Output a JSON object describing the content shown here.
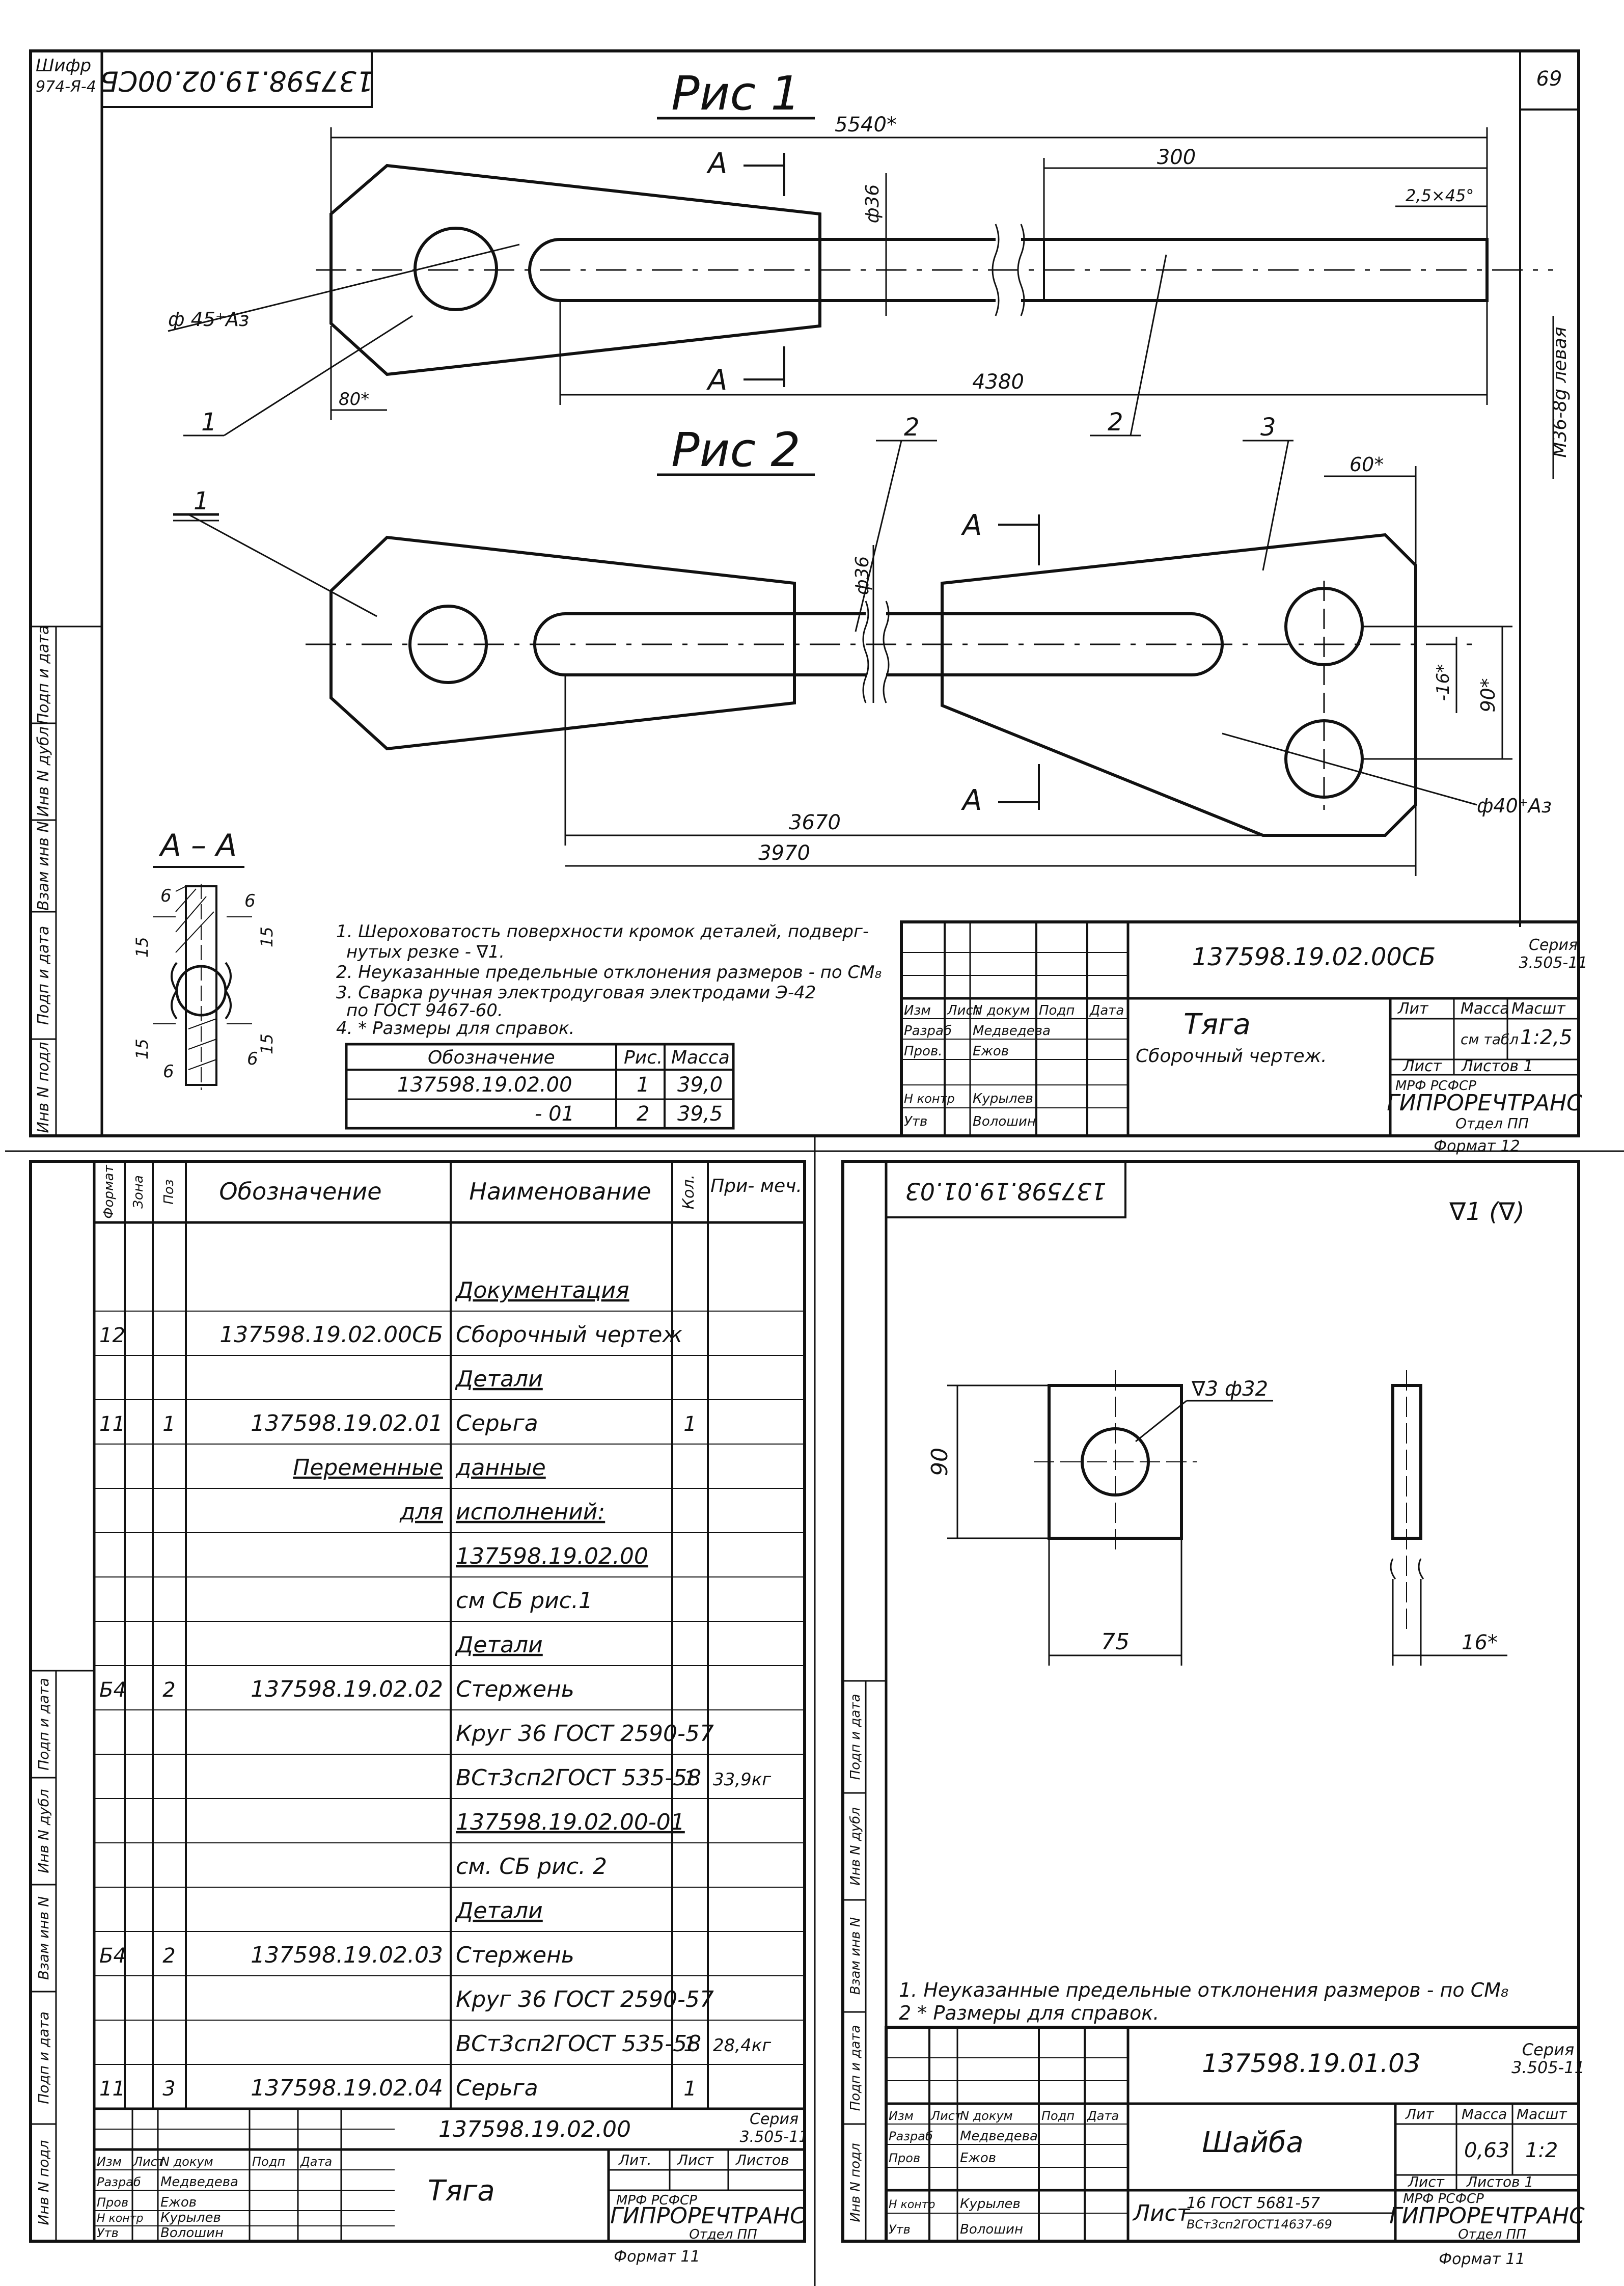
{
  "top_sheet": {
    "code_upside": "137598.19.02.00СБ",
    "cipher": "Шифр",
    "cipher_value": "974-Я-4",
    "page_number": "69",
    "fig1": {
      "title": "Рис 1",
      "dim_total": "5540*",
      "dim_300": "300",
      "dim_chamfer": "2,5×45°",
      "dim_dia": "ф36",
      "hole": "ф 45⁺Аз",
      "section_a": "А",
      "dim_80": "80*",
      "dim_4380": "4380",
      "thread": "М36-8g левая",
      "pos_1": "1",
      "pos_2": "2"
    },
    "fig2": {
      "title": "Рис 2",
      "pos_1": "1",
      "pos_2": "2",
      "pos_3": "3",
      "dim_60": "60*",
      "dim_dia": "ф36",
      "section_a": "А",
      "dim_16": "-16*",
      "dim_90": "90*",
      "hole": "ф40⁺Аз",
      "dim_3670": "3670",
      "dim_3970": "3970"
    },
    "section": {
      "title": "А – А",
      "dim_6": "6",
      "dim_15": "15"
    },
    "notes": [
      "1. Шероховатость поверхности кромок деталей, подверг-",
      "нутых резке - ∇1.",
      "2. Неуказанные предельные отклонения размеров - по СМ₈",
      "3. Сварка ручная электродуговая электродами Э-42",
      "по ГОСТ 9467-60.",
      "4. * Размеры для справок."
    ],
    "mass_table": {
      "headers": [
        "Обозначение",
        "Рис.",
        "Масса"
      ],
      "rows": [
        [
          "137598.19.02.00",
          "1",
          "39,0"
        ],
        [
          "- 01",
          "2",
          "39,5"
        ]
      ]
    },
    "title_block": {
      "code": "137598.19.02.00СБ",
      "series_label": "Серия",
      "series": "3.505-11",
      "name": "Тяга",
      "name_sub": "Сборочный чертеж.",
      "lit_label": "Лит",
      "mass_label": "Масса",
      "scale_label": "Масшт",
      "mass_value": "см табл",
      "scale_value": "1:2,5",
      "sheet_label": "Лист",
      "sheets_label": "Листов 1",
      "org_top": "МРФ      РСФСР",
      "org": "ГИПРОРЕЧТРАНС",
      "dept": "Отдел ПП",
      "format": "Формат 12",
      "roles": [
        {
          "role": "Изм",
          "col2": "Лист",
          "col3": "N докум",
          "col4": "Подп",
          "col5": "Дата"
        },
        {
          "role": "Разраб",
          "col3": "Медведева"
        },
        {
          "role": "Пров.",
          "col3": "Ежов"
        },
        {
          "role": "Н контр",
          "col3": "Курылев"
        },
        {
          "role": "Утв",
          "col3": "Волошин"
        }
      ]
    },
    "side_labels": [
      "Инв N подл",
      "Подп и дата",
      "Взам инв N",
      "Инв N дубл",
      "Подп и дата"
    ]
  },
  "spec_sheet": {
    "headers": {
      "format": "Формат",
      "zone": "Зона",
      "pos": "Поз",
      "designation": "Обозначение",
      "name": "Наименование",
      "qty": "Кол.",
      "note": "При- меч."
    },
    "rows": [
      {
        "format": "",
        "pos": "",
        "designation": "",
        "name": "Документация",
        "qty": "",
        "note": "",
        "underline": true
      },
      {
        "format": "12",
        "pos": "",
        "designation": "137598.19.02.00СБ",
        "name": "Сборочный чертеж",
        "qty": "",
        "note": ""
      },
      {
        "format": "",
        "pos": "",
        "designation": "",
        "name": "Детали",
        "qty": "",
        "note": "",
        "underline": true
      },
      {
        "format": "11",
        "pos": "1",
        "designation": "137598.19.02.01",
        "name": "Серьга",
        "qty": "1",
        "note": ""
      },
      {
        "format": "",
        "pos": "",
        "designation": "Переменные",
        "name": "данные",
        "qty": "",
        "note": "",
        "underline": true
      },
      {
        "format": "",
        "pos": "",
        "designation": "для",
        "name": "исполнений:",
        "qty": "",
        "note": "",
        "underline": true
      },
      {
        "format": "",
        "pos": "",
        "designation": "",
        "name": "137598.19.02.00",
        "qty": "",
        "note": "",
        "underline": true
      },
      {
        "format": "",
        "pos": "",
        "designation": "",
        "name": "см СБ рис.1",
        "qty": "",
        "note": ""
      },
      {
        "format": "",
        "pos": "",
        "designation": "",
        "name": "Детали",
        "qty": "",
        "note": "",
        "underline": true
      },
      {
        "format": "Б4",
        "pos": "2",
        "designation": "137598.19.02.02",
        "name": "Стержень",
        "qty": "",
        "note": ""
      },
      {
        "format": "",
        "pos": "",
        "designation": "",
        "name": "Круг 36 ГОСТ 2590-57",
        "qty": "",
        "note": ""
      },
      {
        "format": "",
        "pos": "",
        "designation": "",
        "name": "ВСт3сп2ГОСТ 535-58",
        "qty": "1",
        "note": "33,9кг"
      },
      {
        "format": "",
        "pos": "",
        "designation": "",
        "name": "137598.19.02.00-01",
        "qty": "",
        "note": "",
        "underline": true
      },
      {
        "format": "",
        "pos": "",
        "designation": "",
        "name": "см. СБ рис. 2",
        "qty": "",
        "note": ""
      },
      {
        "format": "",
        "pos": "",
        "designation": "",
        "name": "Детали",
        "qty": "",
        "note": "",
        "underline": true
      },
      {
        "format": "Б4",
        "pos": "2",
        "designation": "137598.19.02.03",
        "name": "Стержень",
        "qty": "",
        "note": ""
      },
      {
        "format": "",
        "pos": "",
        "designation": "",
        "name": "Круг 36 ГОСТ 2590-57",
        "qty": "",
        "note": ""
      },
      {
        "format": "",
        "pos": "",
        "designation": "",
        "name": "ВСт3сп2ГОСТ 535-58",
        "qty": "1",
        "note": "28,4кг"
      },
      {
        "format": "11",
        "pos": "3",
        "designation": "137598.19.02.04",
        "name": "Серьга",
        "qty": "1",
        "note": ""
      }
    ],
    "title_block": {
      "code": "137598.19.02.00",
      "series_label": "Серия",
      "series": "3.505-11",
      "name": "Тяга",
      "lit_label": "Лит.",
      "sheet_label": "Лист",
      "sheets_label": "Листов",
      "org_top": "МРФ      РСФСР",
      "org": "ГИПРОРЕЧТРАНС",
      "dept": "Отдел ПП",
      "format": "Формат 11",
      "people": [
        "Медведева",
        "Ежов",
        "Курылев",
        "Волошин"
      ],
      "roles": [
        "Изм",
        "Лист",
        "N докум",
        "Подп",
        "Дата",
        "Разраб",
        "Пров",
        "Н контр",
        "Утв"
      ]
    }
  },
  "washer_sheet": {
    "code_upside": "137598.19.01.03",
    "roughness": "∇1 (∇)",
    "chamfer_dia": "∇3 ф32",
    "dim_90": "90",
    "dim_75": "75",
    "dim_16": "16*",
    "notes": [
      "1. Неуказанные предельные отклонения размеров - по СМ₈",
      "2 * Размеры для справок."
    ],
    "title_block": {
      "code": "137598.19.01.03",
      "series_label": "Серия",
      "series": "3.505-11",
      "name": "Шайба",
      "lit_label": "Лит",
      "mass_label": "Масса",
      "scale_label": "Масшт",
      "mass_value": "0,63",
      "scale_value": "1:2",
      "sheet_label": "Лист",
      "sheets_label": "Листов 1",
      "material_prefix": "Лист",
      "material_top": "16 ГОСТ 5681-57",
      "material_bottom": "ВСт3сп2ГОСТ14637-69",
      "org_top": "МРФ      РСФСР",
      "org": "ГИПРОРЕЧТРАНС",
      "dept": "Отдел ПП",
      "format": "Формат 11",
      "people": [
        "Медведева",
        "Ежов",
        "Курылев",
        "Волошин"
      ],
      "roles": [
        "Изм",
        "Лист",
        "N докум",
        "Подп",
        "Дата",
        "Разраб",
        "Пров",
        "Н контр",
        "Утв"
      ]
    }
  }
}
